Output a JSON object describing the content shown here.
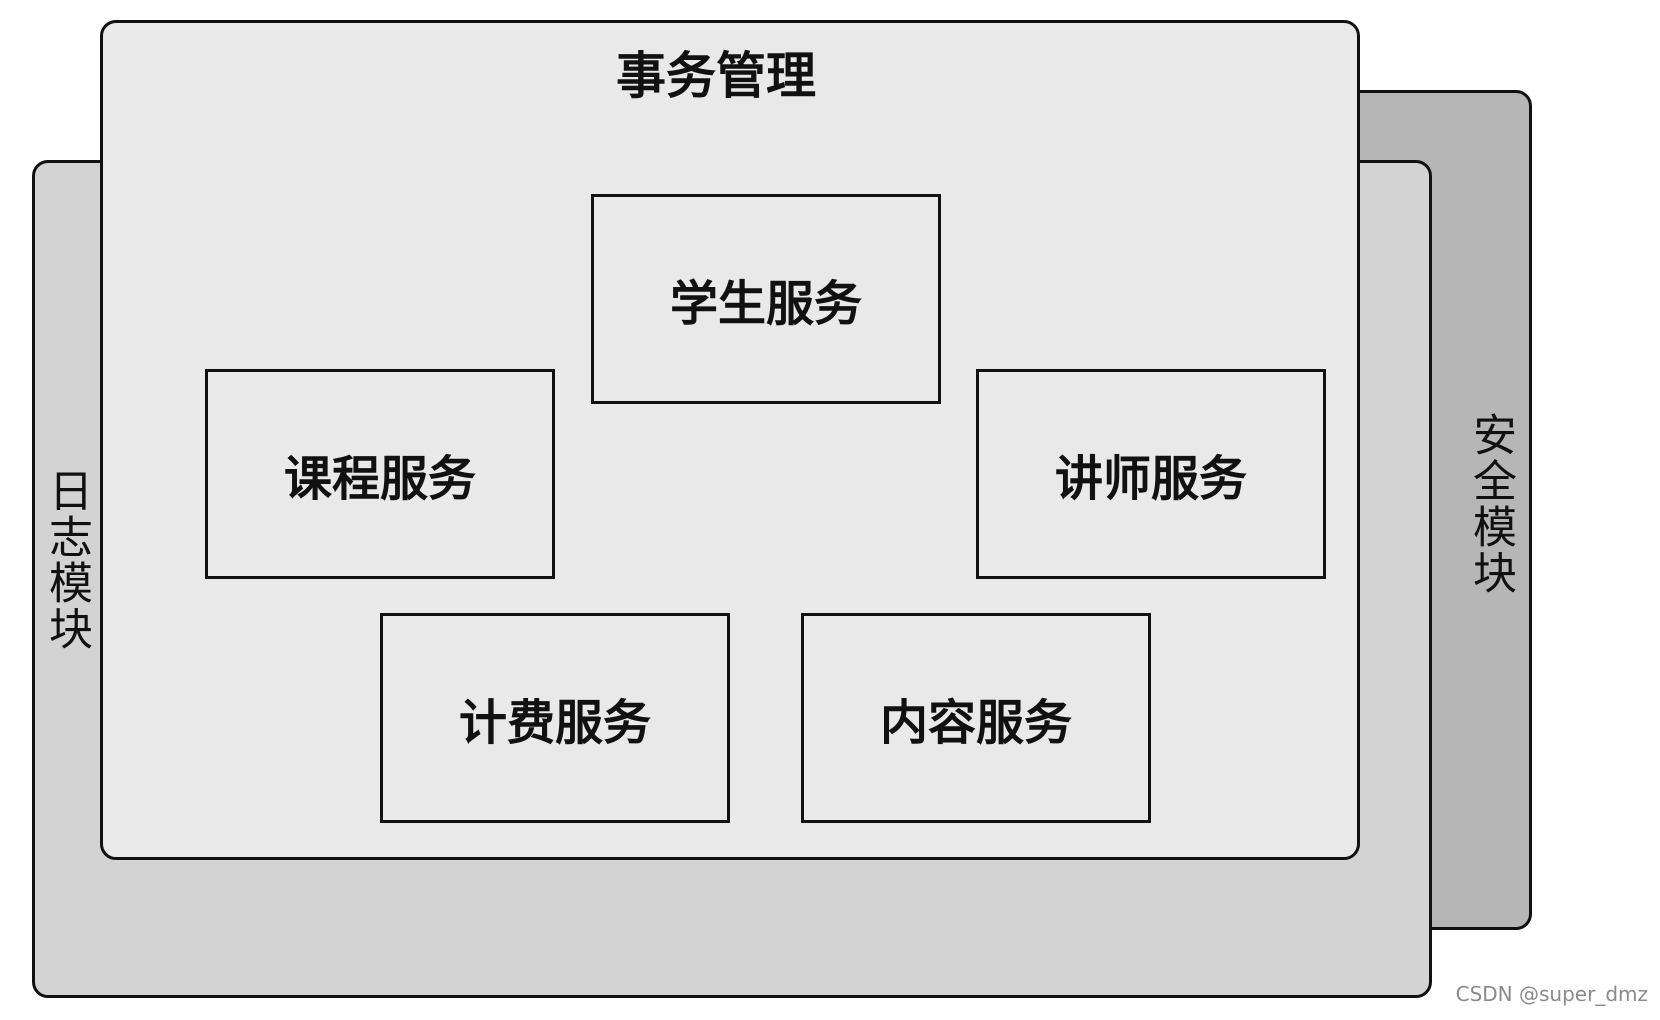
{
  "layers": {
    "security": {
      "label": "安全模块"
    },
    "log": {
      "label": "日志模块"
    },
    "business": {
      "title": "事务管理"
    }
  },
  "services": {
    "student": "学生服务",
    "course": "课程服务",
    "teacher": "讲师服务",
    "billing": "计费服务",
    "content": "内容服务"
  },
  "watermark": "CSDN @super_dmz",
  "colors": {
    "security_layer": "#b6b6b6",
    "log_layer": "#d3d3d3",
    "business_layer": "#e9e9e9",
    "border": "#111111"
  }
}
